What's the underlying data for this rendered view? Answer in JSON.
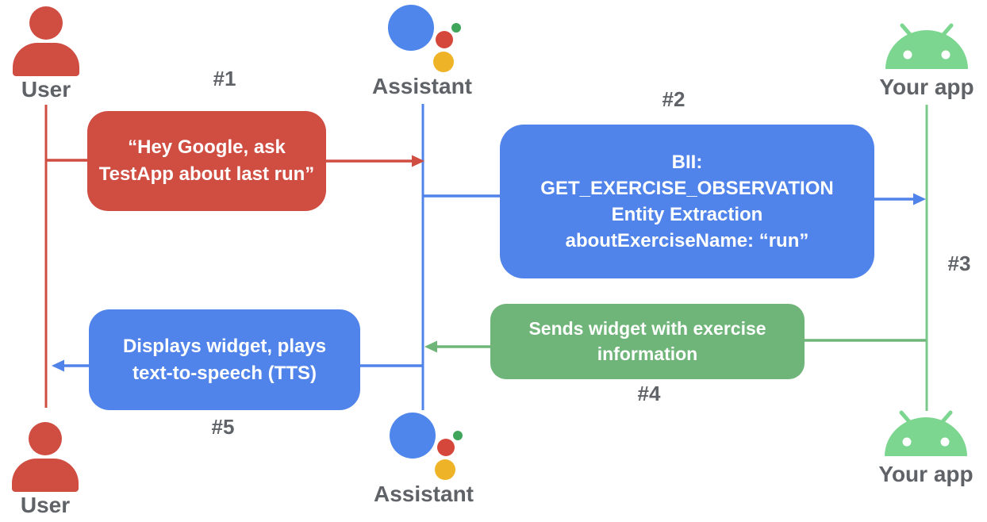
{
  "colors": {
    "user_red": "#D04D42",
    "assistant_blue": "#5184EA",
    "app_green": "#6FB579",
    "app_line_green": "#7CC98C",
    "android_green": "#7CD690",
    "assistant_logo_blue": "#4E86EC",
    "assistant_logo_red": "#D6473B",
    "assistant_logo_yellow": "#EFB327",
    "assistant_logo_green": "#3FA55B",
    "label_gray": "#5F6368",
    "message_text": "#FFFFFF"
  },
  "lanes": {
    "user": {
      "label": "User"
    },
    "assistant": {
      "label": "Assistant"
    },
    "app": {
      "label": "Your app"
    }
  },
  "steps": {
    "s1": {
      "label": "#1",
      "from": "User",
      "to": "Assistant",
      "message": "“Hey Google, ask\nTestApp about last run”"
    },
    "s2": {
      "label": "#2",
      "from": "Assistant",
      "to": "Your app",
      "message": "BII:\nGET_EXERCISE_OBSERVATION\nEntity Extraction\naboutExerciseName: “run”"
    },
    "s3": {
      "label": "#3",
      "from": "Your app",
      "to": "Your app",
      "message": ""
    },
    "s4": {
      "label": "#4",
      "from": "Your app",
      "to": "Assistant",
      "message": "Sends widget with exercise\ninformation"
    },
    "s5": {
      "label": "#5",
      "from": "Assistant",
      "to": "User",
      "message": "Displays widget, plays\ntext-to-speech (TTS)"
    }
  }
}
